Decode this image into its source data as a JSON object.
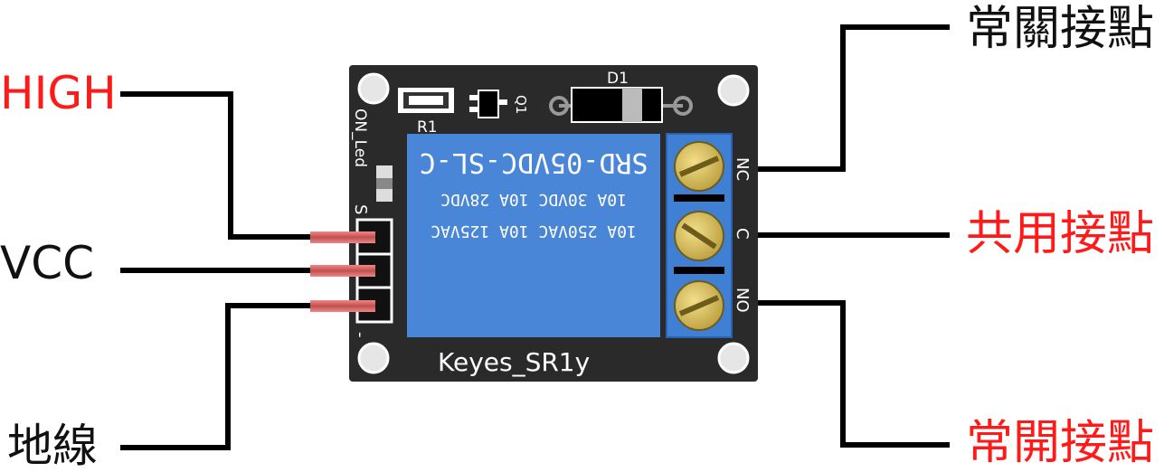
{
  "labels": {
    "high": "HIGH",
    "vcc": "VCC",
    "gnd": "地線",
    "nc": "常關接點",
    "com": "共用接點",
    "no": "常開接點"
  },
  "board": {
    "brand": "Keyes_SR1y",
    "relay_model": "SRD-05VDC-SL-C",
    "relay_rating_1": "10A  30VDC  10A  28VDC",
    "relay_rating_2": "10A 250VAC  10A 125VAC",
    "diode_label": "D1",
    "resistor_label": "R1",
    "transistor_label": "Q1",
    "led_label": "ON_Led",
    "pin_s": "S",
    "pin_minus": "-",
    "terminal_nc": "NC",
    "terminal_c": "C",
    "terminal_no": "NO"
  },
  "colors": {
    "wire": "#000000",
    "highlight_text": "#ff1a1a",
    "pcb": "#2a2a2a",
    "relay": "#4a86d8",
    "terminal": "#3f7fd4",
    "screw": "#d7c060",
    "pin": "#c0504d"
  }
}
